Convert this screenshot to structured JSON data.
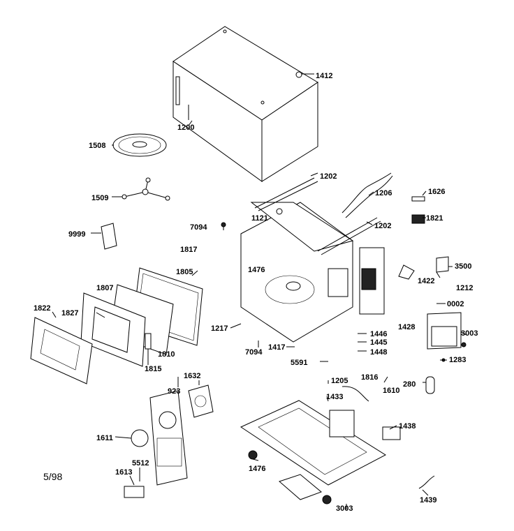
{
  "date_note": "5/98",
  "parts": {
    "p1412": "1412",
    "p1200": "1200",
    "p1508": "1508",
    "p1509": "1509",
    "p1202a": "1202",
    "p1206": "1206",
    "p1626": "1626",
    "p1121": "1121",
    "p1202b": "1202",
    "p1821": "1821",
    "p7094a": "7094",
    "p9999": "9999",
    "p1817": "1817",
    "p3500": "3500",
    "p1476a": "1476",
    "p1805": "1805",
    "p1422": "1422",
    "p1212": "1212",
    "p1807": "1807",
    "p0002": "0002",
    "p1822": "1822",
    "p1827": "1827",
    "p1428": "1428",
    "p3003a": "3003",
    "p1217": "1217",
    "p1446": "1446",
    "p1445": "1445",
    "p1448": "1448",
    "p7094b": "7094",
    "p1417": "1417",
    "p1810": "1810",
    "p1283": "1283",
    "p5591": "5591",
    "p1815": "1815",
    "p1205": "1205",
    "p1816": "1816",
    "p1610": "1610",
    "p280": "280",
    "p1632": "1632",
    "p923": "923",
    "p1433": "1433",
    "p1438": "1438",
    "p1611": "1611",
    "p5512": "5512",
    "p1476b": "1476",
    "p1613": "1613",
    "p1439": "1439",
    "p3003b": "3003"
  }
}
